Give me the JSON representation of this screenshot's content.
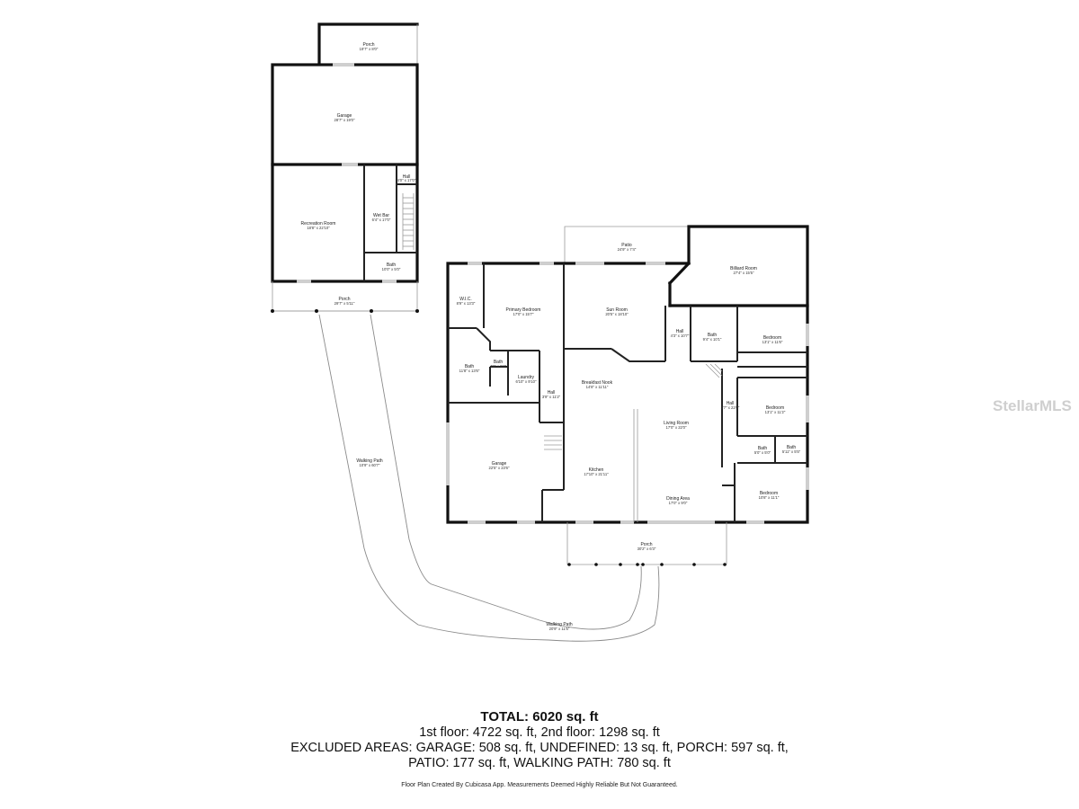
{
  "watermark": "StellarMLS",
  "summary": {
    "total": "TOTAL: 6020 sq. ft",
    "floors": "1st floor: 4722 sq. ft, 2nd floor: 1298 sq. ft",
    "excluded_1": "EXCLUDED AREAS: GARAGE: 508 sq. ft, UNDEFINED: 13 sq. ft, PORCH: 597 sq. ft,",
    "excluded_2": "PATIO: 177 sq. ft, WALKING PATH: 780 sq. ft",
    "credit": "Floor Plan Created By Cubicasa App. Measurements Deemed Highly Reliable But Not Guaranteed."
  },
  "rooms": {
    "porch_top": {
      "name": "Porch",
      "dims": "19'7\" x 8'0\""
    },
    "garage_upper": {
      "name": "Garage",
      "dims": "28'7\" x 19'0\""
    },
    "hall_upper": {
      "name": "Hall",
      "dims": "4'0\" x 17'0\""
    },
    "recreation": {
      "name": "Recreation Room",
      "dims": "18'8\" x 22'10\""
    },
    "wet_bar": {
      "name": "Wet Bar",
      "dims": "6'4\" x 17'0\""
    },
    "bath_upper": {
      "name": "Bath",
      "dims": "10'0\" x 5'0\""
    },
    "porch_upper": {
      "name": "Porch",
      "dims": "29'7\" x 5'11\""
    },
    "walking_path_1": {
      "name": "Walking Path",
      "dims": "10'9\" x 60'7\""
    },
    "patio": {
      "name": "Patio",
      "dims": "24'9\" x 7'4\""
    },
    "billiard": {
      "name": "Billiard Room",
      "dims": "27'4\" x 15'5\""
    },
    "wic": {
      "name": "W.I.C.",
      "dims": "8'9\" x 13'3\""
    },
    "primary_bedroom": {
      "name": "Primary Bedroom",
      "dims": "17'0\" x 15'7\""
    },
    "sun_room": {
      "name": "Sun Room",
      "dims": "20'5\" x 18'10\""
    },
    "hall_a": {
      "name": "Hall",
      "dims": "4'3\" x 10'7\""
    },
    "bath_b": {
      "name": "Bath",
      "dims": "9'4\" x 10'1\""
    },
    "bedroom_a": {
      "name": "Bedroom",
      "dims": "13'1\" x 11'6\""
    },
    "bath_primary": {
      "name": "Bath",
      "dims": "11'8\" x 13'6\""
    },
    "bath_small": {
      "name": "Bath",
      "dims": "4'0\" x 5'6\""
    },
    "laundry": {
      "name": "Laundry",
      "dims": "6'10\" x 9'10\""
    },
    "hall_b": {
      "name": "Hall",
      "dims": "3'9\" x 11'2\""
    },
    "breakfast_nook": {
      "name": "Breakfast Nook",
      "dims": "14'8\" x 11'11\""
    },
    "hall_c": {
      "name": "Hall",
      "dims": "3'7\" x 22'0\""
    },
    "bedroom_b": {
      "name": "Bedroom",
      "dims": "13'1\" x 11'2\""
    },
    "living_room": {
      "name": "Living Room",
      "dims": "17'0\" x 22'0\""
    },
    "garage_main": {
      "name": "Garage",
      "dims": "22'5\" x 23'6\""
    },
    "bath_c": {
      "name": "Bath",
      "dims": "5'0\" x 5'0\""
    },
    "bath_d": {
      "name": "Bath",
      "dims": "5'11\" x 5'5\""
    },
    "kitchen": {
      "name": "Kitchen",
      "dims": "17'10\" x 21'11\""
    },
    "dining_area": {
      "name": "Dining Area",
      "dims": "17'0\" x 9'0\""
    },
    "bedroom_c": {
      "name": "Bedroom",
      "dims": "10'8\" x 11'1\""
    },
    "porch_main": {
      "name": "Porch",
      "dims": "30'2\" x 6'3\""
    },
    "walking_path_2": {
      "name": "Walking Path",
      "dims": "20'9\" x 11'5\""
    }
  }
}
